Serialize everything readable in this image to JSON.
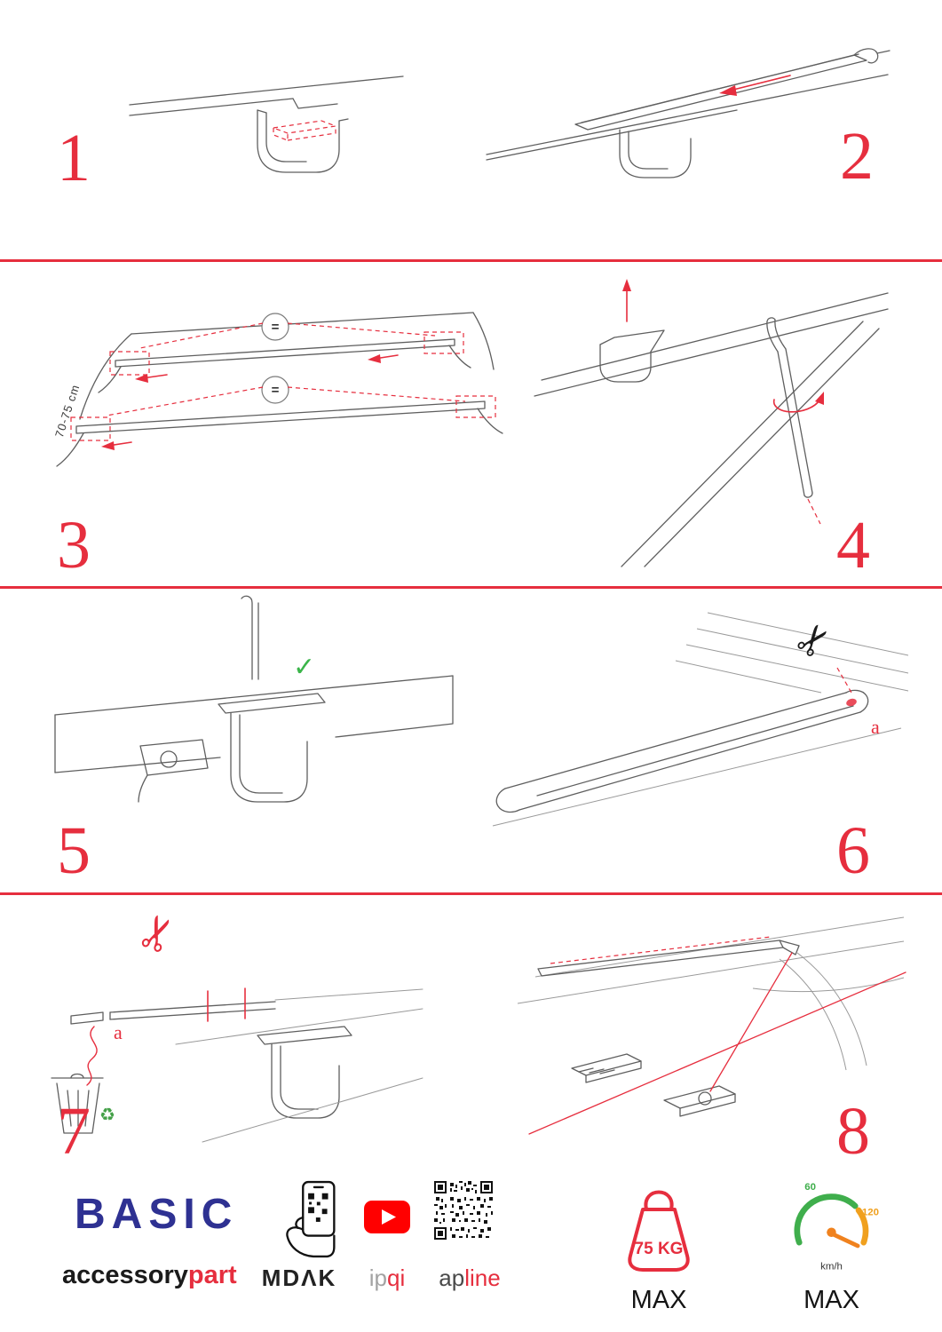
{
  "colors": {
    "accent": "#e62e3e",
    "brand_blue": "#2e3192",
    "check_green": "#3bb54a",
    "recycle_green": "#43a047",
    "gauge_green": "#3fae4c",
    "gauge_orange": "#f0821e",
    "youtube_red": "#ff0000"
  },
  "steps": {
    "s1": {
      "number": "1"
    },
    "s2": {
      "number": "2"
    },
    "s3": {
      "number": "3",
      "equal": "=",
      "dimension": "70-75 cm"
    },
    "s4": {
      "number": "4"
    },
    "s5": {
      "number": "5",
      "check_glyph": "✓"
    },
    "s6": {
      "number": "6",
      "label_a": "a",
      "scissors_glyph": "✂"
    },
    "s7": {
      "number": "7",
      "label_a": "a",
      "scissors_glyph": "✂",
      "recycle_glyph": "♻"
    },
    "s8": {
      "number": "8"
    }
  },
  "footer": {
    "brand": "BASIC",
    "wordmark_dark": "accessory",
    "wordmark_red": "part",
    "partner_mdak": "MDΛK",
    "partner_ipqi_gray": "ip",
    "partner_ipqi_red": "qi",
    "partner_apline_dark": "ap",
    "partner_apline_red": "line",
    "weight_value": "75 KG",
    "weight_max_label": "MAX",
    "speed_low": "60",
    "speed_high": "120",
    "speed_unit": "km/h",
    "speed_max_label": "MAX"
  }
}
